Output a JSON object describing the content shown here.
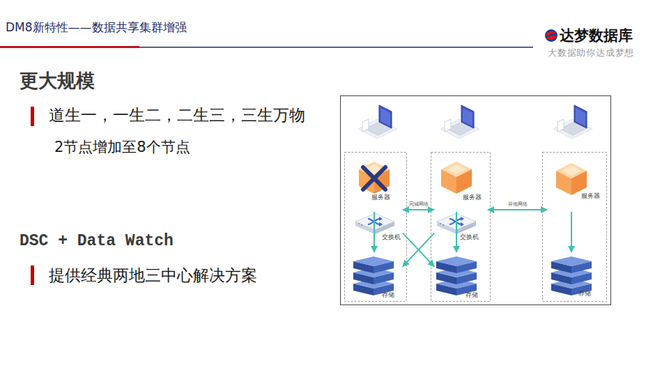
{
  "diagram": {
    "title": "DM8新特性——数据共享集群增强",
    "nodes": [
      {
        "text": [
          "服务器"
        ]
      },
      {
        "text": [
          "服务器"
        ]
      },
      {
        "text": [
          "服务器"
        ]
      },
      {
        "text": [
          "交换机"
        ]
      },
      {
        "text": [
          "交换机"
        ]
      },
      {
        "text": [
          "存储"
        ]
      },
      {
        "text": [
          "存储"
        ]
      },
      {
        "text": [
          "存储"
        ]
      }
    ],
    "edges": [
      {
        "from": 0,
        "to": 1,
        "label": "同城网络",
        "arrow": "both"
      },
      {
        "from": 1,
        "to": 2,
        "label": "异地网络",
        "arrow": "both"
      },
      {
        "from": 0,
        "to": 5,
        "arrow": "to"
      },
      {
        "from": 1,
        "to": 6,
        "arrow": "to"
      },
      {
        "from": 2,
        "to": 7,
        "arrow": "to"
      },
      {
        "from": 3,
        "to": 6,
        "arrow": "to"
      },
      {
        "from": 4,
        "to": 5,
        "arrow": "to"
      }
    ],
    "labels": [
      "达梦数据库",
      "大数据助你达成梦想",
      "更大规模",
      "道生一，一生二，二生三，三生万物",
      "2节点增加至8个节点",
      "DSC + Data Watch",
      "提供经典两地三中心解决方案"
    ]
  }
}
